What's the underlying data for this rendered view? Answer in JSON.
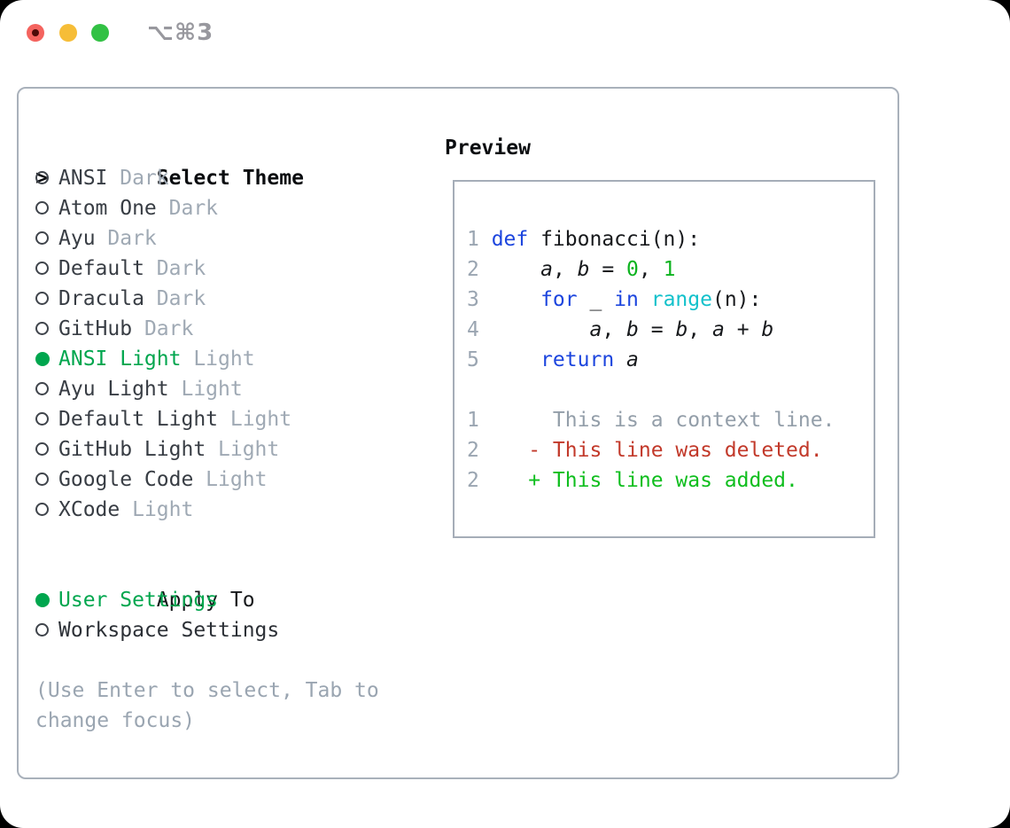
{
  "titlebar": {
    "title": "⌥⌘3"
  },
  "panel": {
    "select_theme": {
      "prompt": ">",
      "label": "Select Theme",
      "items": [
        {
          "name": "ANSI",
          "variant": "Dark",
          "selected": false
        },
        {
          "name": "Atom One",
          "variant": "Dark",
          "selected": false
        },
        {
          "name": "Ayu",
          "variant": "Dark",
          "selected": false
        },
        {
          "name": "Default",
          "variant": "Dark",
          "selected": false
        },
        {
          "name": "Dracula",
          "variant": "Dark",
          "selected": false
        },
        {
          "name": "GitHub",
          "variant": "Dark",
          "selected": false
        },
        {
          "name": "ANSI Light",
          "variant": "Light",
          "selected": true
        },
        {
          "name": "Ayu Light",
          "variant": "Light",
          "selected": false
        },
        {
          "name": "Default Light",
          "variant": "Light",
          "selected": false
        },
        {
          "name": "GitHub Light",
          "variant": "Light",
          "selected": false
        },
        {
          "name": "Google Code",
          "variant": "Light",
          "selected": false
        },
        {
          "name": "XCode",
          "variant": "Light",
          "selected": false
        }
      ]
    },
    "apply_to": {
      "label": "Apply To",
      "options": [
        {
          "label": "User Settings",
          "selected": true
        },
        {
          "label": "Workspace Settings",
          "selected": false
        }
      ]
    },
    "hint": "(Use Enter to select, Tab to\nchange focus)"
  },
  "preview": {
    "label": "Preview",
    "code_lines": [
      {
        "num": "1",
        "tokens": [
          {
            "text": "def",
            "style": "kw"
          },
          {
            "text": " fibonacci(n):",
            "style": "pl"
          }
        ]
      },
      {
        "num": "2",
        "tokens": [
          {
            "text": "    ",
            "style": "pl"
          },
          {
            "text": "a",
            "style": "var"
          },
          {
            "text": ", ",
            "style": "pl"
          },
          {
            "text": "b",
            "style": "var"
          },
          {
            "text": " = ",
            "style": "pl"
          },
          {
            "text": "0",
            "style": "num"
          },
          {
            "text": ", ",
            "style": "pl"
          },
          {
            "text": "1",
            "style": "num"
          }
        ]
      },
      {
        "num": "3",
        "tokens": [
          {
            "text": "    ",
            "style": "pl"
          },
          {
            "text": "for",
            "style": "kw"
          },
          {
            "text": " _ ",
            "style": "pl"
          },
          {
            "text": "in",
            "style": "kw"
          },
          {
            "text": " ",
            "style": "pl"
          },
          {
            "text": "range",
            "style": "fn"
          },
          {
            "text": "(n):",
            "style": "pl"
          }
        ]
      },
      {
        "num": "4",
        "tokens": [
          {
            "text": "        ",
            "style": "pl"
          },
          {
            "text": "a",
            "style": "var"
          },
          {
            "text": ", ",
            "style": "pl"
          },
          {
            "text": "b",
            "style": "var"
          },
          {
            "text": " = ",
            "style": "pl"
          },
          {
            "text": "b",
            "style": "var"
          },
          {
            "text": ", ",
            "style": "pl"
          },
          {
            "text": "a",
            "style": "var"
          },
          {
            "text": " + ",
            "style": "pl"
          },
          {
            "text": "b",
            "style": "var"
          }
        ]
      },
      {
        "num": "5",
        "tokens": [
          {
            "text": "    ",
            "style": "pl"
          },
          {
            "text": "return",
            "style": "kw"
          },
          {
            "text": " ",
            "style": "pl"
          },
          {
            "text": "a",
            "style": "var"
          }
        ]
      },
      {
        "num": "",
        "tokens": []
      },
      {
        "num": "1",
        "tokens": [
          {
            "text": "     This is a context line.",
            "style": "ctx"
          }
        ]
      },
      {
        "num": "2",
        "tokens": [
          {
            "text": "   ",
            "style": "pl"
          },
          {
            "text": "- This line was deleted.",
            "style": "del"
          }
        ]
      },
      {
        "num": "2",
        "tokens": [
          {
            "text": "   ",
            "style": "pl"
          },
          {
            "text": "+ This line was added.",
            "style": "add"
          }
        ]
      }
    ]
  },
  "colors": {
    "accent_green": "#00a64e",
    "keyword_blue": "#1c45de",
    "function_cyan": "#13c1cb",
    "number_green": "#0db31f",
    "added_green": "#0fbe1e",
    "deleted_red": "#c2392a",
    "traffic_red": "#f4635e",
    "traffic_yellow": "#f6bd37",
    "traffic_green": "#32c144"
  }
}
